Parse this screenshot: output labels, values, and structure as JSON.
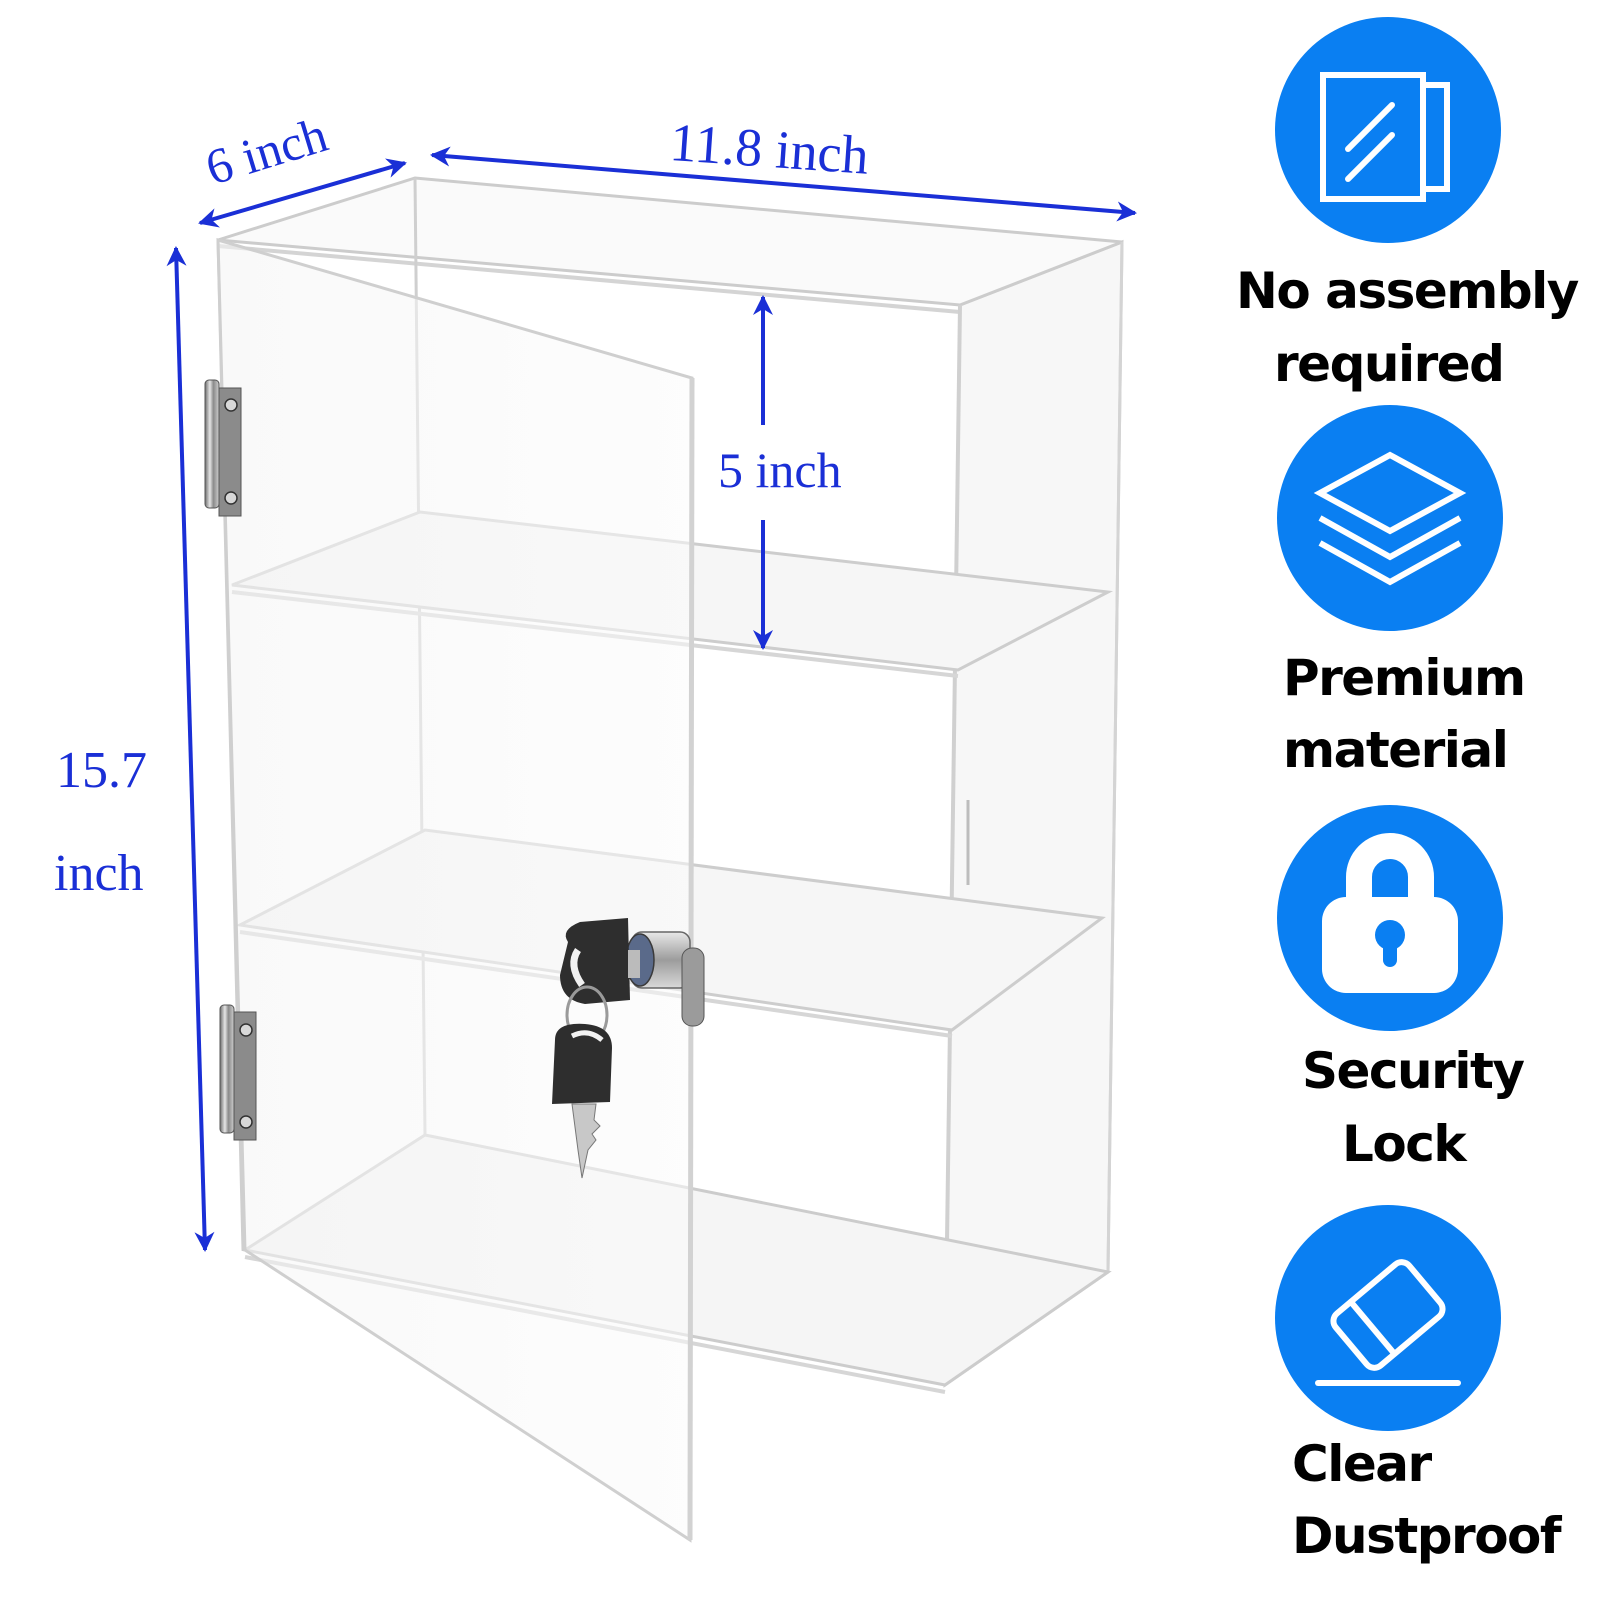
{
  "product": {
    "name": "Acrylic display cabinet with lock",
    "dimensions": {
      "depth": "6 inch",
      "width": "11.8 inch",
      "shelf_spacing": "5 inch",
      "height_value": "15.7",
      "height_unit": "inch"
    }
  },
  "features": [
    {
      "icon": "glass-panels-icon",
      "line1": "No assembly",
      "line2": "required"
    },
    {
      "icon": "layers-icon",
      "line1": "Premium",
      "line2": "material"
    },
    {
      "icon": "padlock-icon",
      "line1": "Security",
      "line2": "Lock"
    },
    {
      "icon": "eraser-icon",
      "line1": "Clear",
      "line2": "Dustproof"
    }
  ],
  "colors": {
    "annotation_blue": "#1a2fd6",
    "icon_circle_blue": "#0a7ff2",
    "acrylic_edge": "#c8c8c8",
    "text": "#000000"
  }
}
